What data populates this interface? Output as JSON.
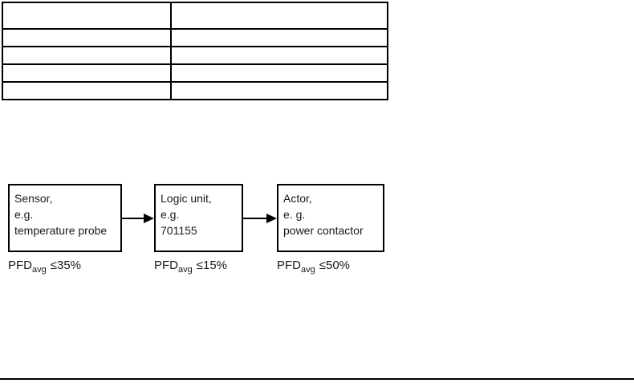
{
  "page": {
    "background": "#ffffff",
    "text_color": "#1a1a1a",
    "line_color": "#000000"
  },
  "table": {
    "rows": 5,
    "columns": 2,
    "cells": [
      [
        "",
        ""
      ],
      [
        "",
        ""
      ],
      [
        "",
        ""
      ],
      [
        "",
        ""
      ],
      [
        "",
        ""
      ]
    ]
  },
  "diagram": {
    "blocks": [
      {
        "id": "sensor",
        "lines": [
          "Sensor,",
          "e.g.",
          "temperature probe"
        ],
        "pfd": {
          "base": "PFD",
          "sub": "avg",
          "value": "≤35%"
        }
      },
      {
        "id": "logic-unit",
        "lines": [
          "Logic unit,",
          "e.g.",
          "701155"
        ],
        "pfd": {
          "base": "PFD",
          "sub": "avg",
          "value": "≤15%"
        }
      },
      {
        "id": "actor",
        "lines": [
          "Actor,",
          "e. g.",
          "power contactor"
        ],
        "pfd": {
          "base": "PFD",
          "sub": "avg",
          "value": "≤50%"
        }
      }
    ]
  }
}
